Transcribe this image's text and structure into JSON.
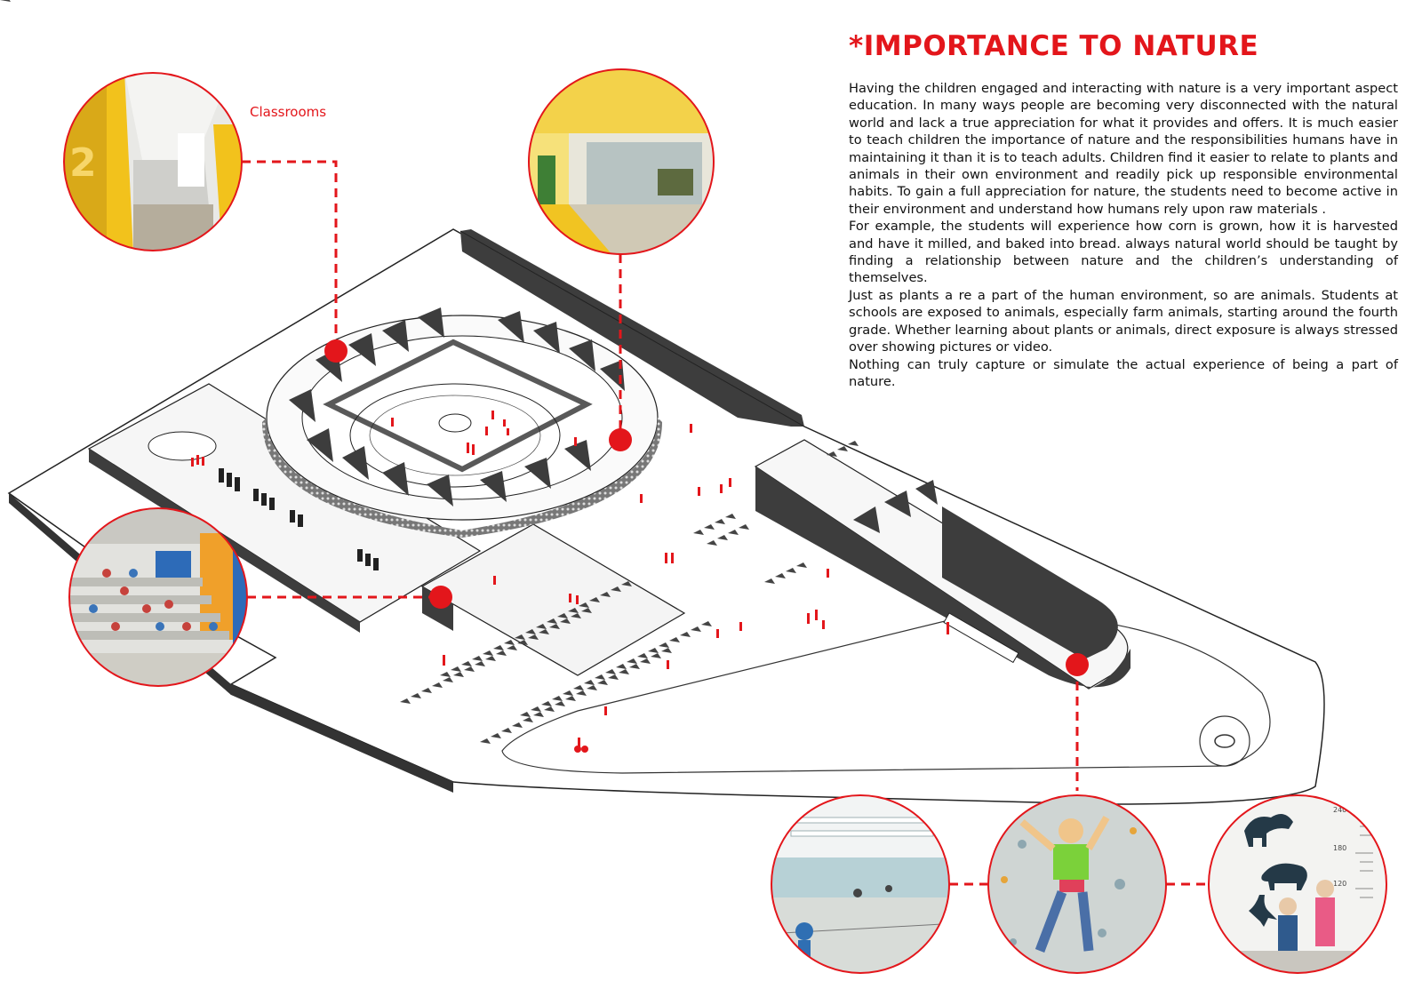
{
  "title": "*IMPORTANCE TO NATURE",
  "caption_classrooms": "Classrooms",
  "paragraphs": [
    "Having the children engaged and interacting with nature is a very important aspect education. In many ways people are becoming very disconnected with the natural world and lack a true appreciation for what it provides and offers. It is much easier to teach children the importance of nature and the responsibilities humans have in maintaining it than it is to teach adults. Children find it easier to relate to plants and animals in their own environment and readily pick up responsible environmental habits. To gain a full appreciation for nature, the students need to become active in their environment and understand how humans rely upon raw materials .",
    "For example, the students will experience how corn is grown, how it is harvested and have it milled, and baked into bread. always natural world should be taught by finding a relationship between nature and the children’s understanding of themselves.",
    "Just as plants a re a part of the human environment, so are animals. Students at schools are exposed to animals, especially farm animals, starting around the fourth grade. Whether learning about plants or animals, direct exposure is always stressed over showing pictures or video.",
    "Nothing can truly capture or simulate the actual experience of being a part of nature."
  ],
  "photo_labels": {
    "corridor_number": "2",
    "height_chart_ticks": [
      "240",
      "180",
      "120"
    ]
  },
  "colors": {
    "accent": "#e3161b",
    "dark": "#3d3d3d",
    "line": "#222222",
    "yellow": "#f2c21c",
    "blue": "#2d6bb8"
  }
}
